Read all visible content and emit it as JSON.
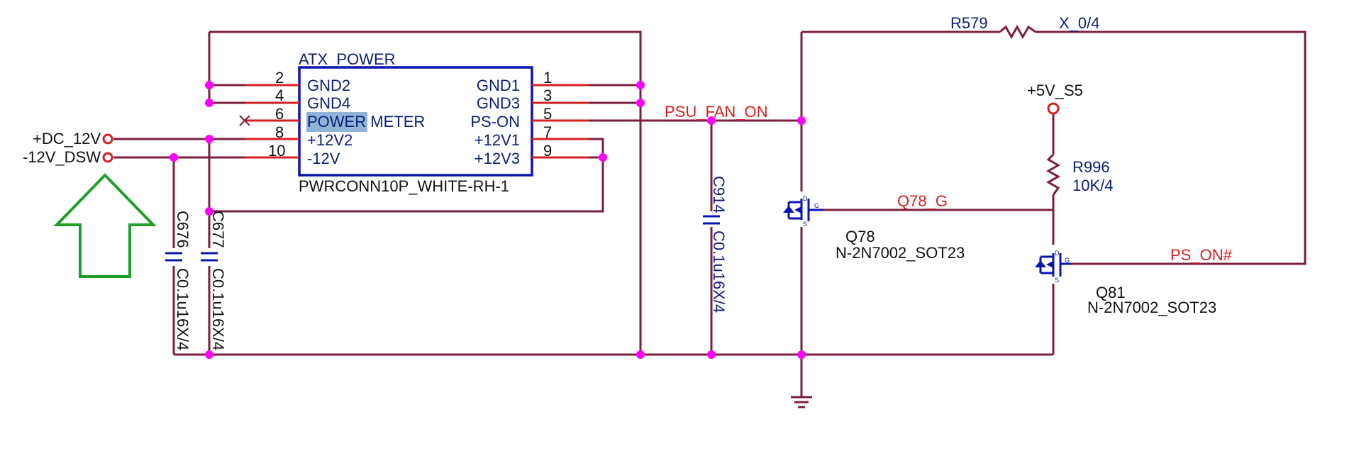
{
  "connector": {
    "refdes": "ATX_POWER",
    "part": "PWRCONN10P_WHITE-RH-1",
    "pins": [
      {
        "num": "2",
        "name": "GND2"
      },
      {
        "num": "4",
        "name": "GND4"
      },
      {
        "num": "6",
        "name": "POWER METER"
      },
      {
        "num": "8",
        "name": "+12V2"
      },
      {
        "num": "10",
        "name": "-12V"
      },
      {
        "num": "1",
        "name": "GND1"
      },
      {
        "num": "3",
        "name": "GND3"
      },
      {
        "num": "5",
        "name": "PS-ON"
      },
      {
        "num": "7",
        "name": "+12V1"
      },
      {
        "num": "9",
        "name": "+12V3"
      }
    ],
    "highlight_word": "POWER",
    "rest_word": "METER"
  },
  "ports": {
    "dc12v": "+DC_12V",
    "neg12v": "-12V_DSW",
    "v5s5": "+5V_S5"
  },
  "nets": {
    "psu_fan_on": "PSU_FAN_ON",
    "q78_g": "Q78_G",
    "ps_on": "PS_ON#",
    "r579_net": "X_0/4"
  },
  "components": {
    "c676": {
      "ref": "C676",
      "value": "C0.1u16X/4"
    },
    "c677": {
      "ref": "C677",
      "value": "C0.1u16X/4"
    },
    "c914": {
      "ref": "C914",
      "value": "C0.1u16X/4"
    },
    "r579": {
      "ref": "R579"
    },
    "r996": {
      "ref": "R996",
      "value": "10K/4"
    },
    "q78": {
      "ref": "Q78",
      "part": "N-2N7002_SOT23"
    },
    "q81": {
      "ref": "Q81",
      "part": "N-2N7002_SOT23"
    }
  },
  "mosfet_pin_letters": {
    "d": "D",
    "g": "G",
    "s": "S"
  },
  "colors": {
    "wire": "#7a1f3d",
    "pin": "#d42020",
    "junction": "#ff00ff",
    "symbol": "#0a14b4",
    "pin_name_text": "#0a1e78",
    "net_label": "#d42020",
    "annotation_arrow": "#1e9e2a",
    "highlight": "#8fb4d8"
  },
  "icons": {
    "annotation": "up-arrow-outline",
    "ground": "ground-symbol",
    "no_connect": "no-connect-x"
  }
}
